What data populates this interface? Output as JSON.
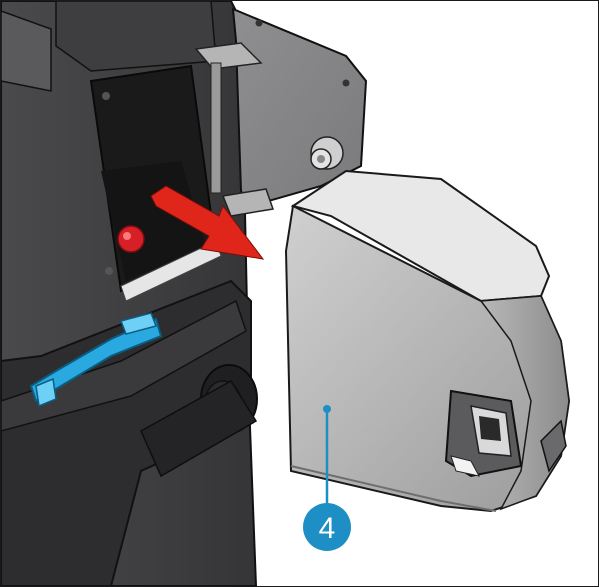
{
  "callout": {
    "number": "4",
    "color": "#1d8fc4"
  },
  "colors": {
    "arrow": "#e0261b",
    "release_button": "#d61f26",
    "latch_highlight": "#29a9e0"
  },
  "parts": [
    {
      "name": "machine-body",
      "icon": "device-housing"
    },
    {
      "name": "door-panel",
      "icon": "hinged-door"
    },
    {
      "name": "removable-module",
      "icon": "cartridge-module"
    },
    {
      "name": "direction-arrow",
      "icon": "arrow-pull-out"
    }
  ]
}
